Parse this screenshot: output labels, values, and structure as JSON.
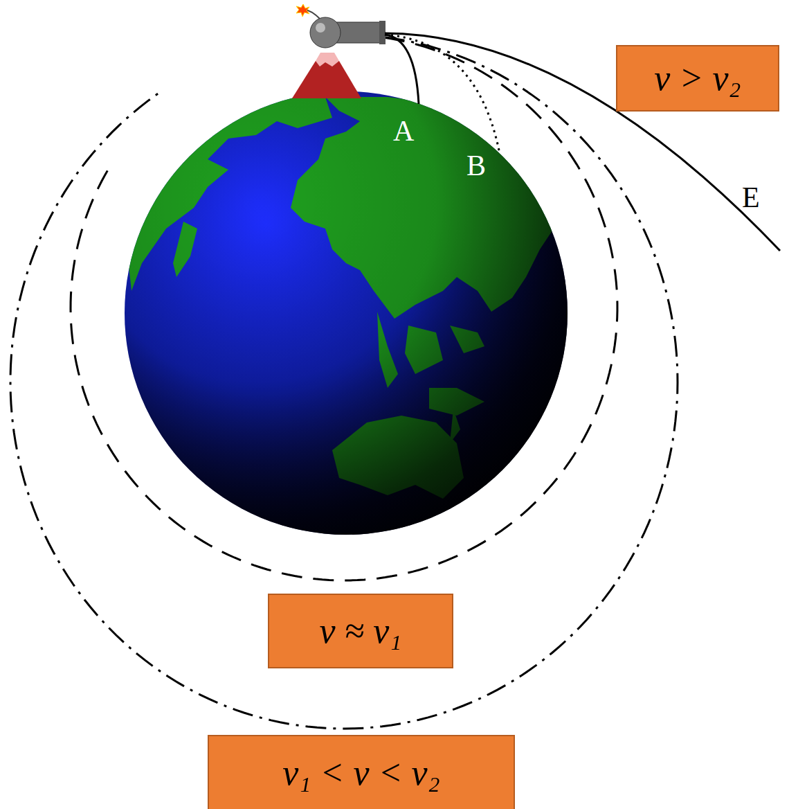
{
  "diagram": {
    "nodes": [
      {
        "text": [
          "v > v₂"
        ]
      },
      {
        "text": [
          "v ≈ v₁"
        ]
      },
      {
        "text": [
          "v₁ < v < v₂"
        ]
      }
    ],
    "labels": [
      "A",
      "B",
      "E"
    ]
  }
}
